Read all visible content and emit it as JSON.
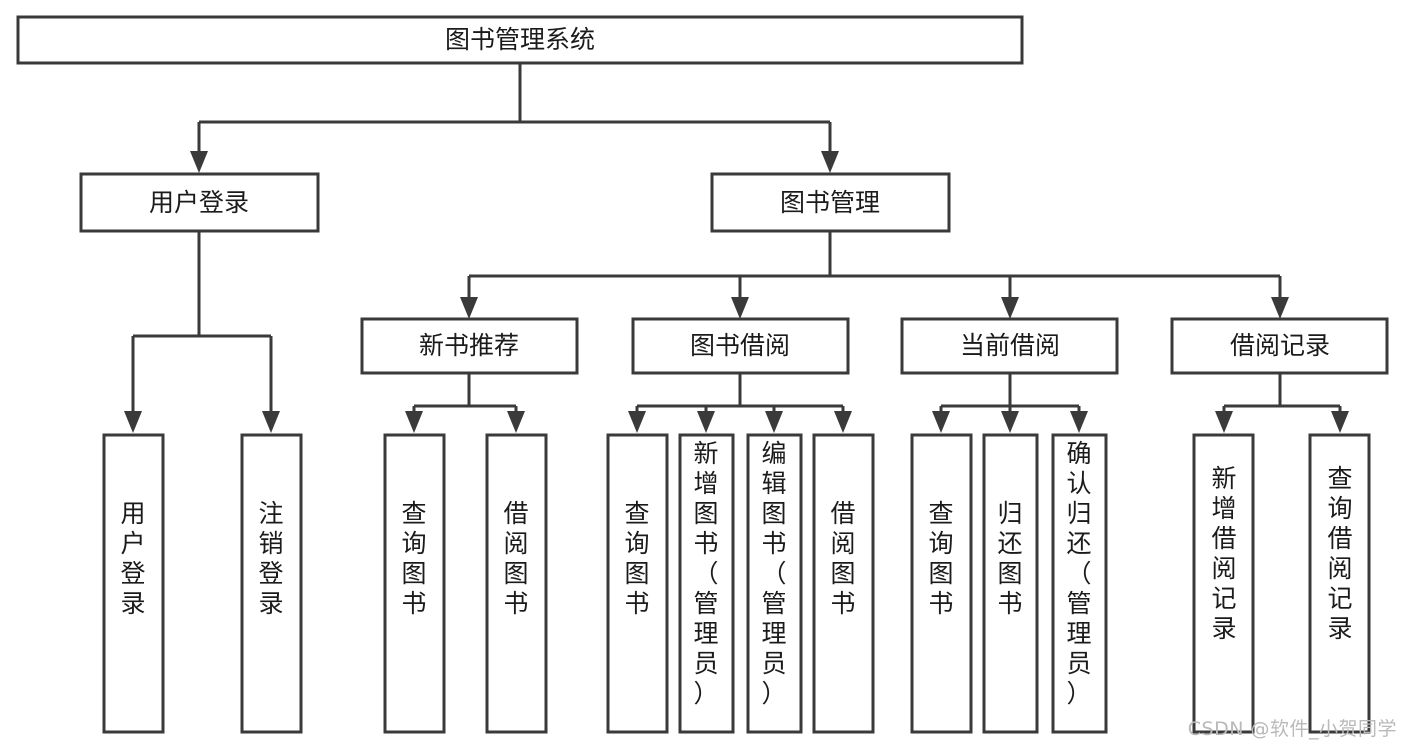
{
  "diagram": {
    "type": "tree-hierarchy",
    "title": "图书管理系统",
    "orientation": "top-down",
    "colors": {
      "box_stroke": "#3a3a3a",
      "box_fill": "#ffffff",
      "text": "#1b1b1b",
      "connector": "#3a3a3a",
      "watermark": "#b9b9b9",
      "background": "#ffffff"
    },
    "levels": [
      {
        "level": 0,
        "nodes": [
          {
            "id": "root",
            "label": "图书管理系统",
            "orientation": "horizontal"
          }
        ]
      },
      {
        "level": 1,
        "nodes": [
          {
            "id": "login",
            "label": "用户登录",
            "orientation": "horizontal"
          },
          {
            "id": "bookmgmt",
            "label": "图书管理",
            "orientation": "horizontal"
          }
        ]
      },
      {
        "level": 2,
        "nodes": [
          {
            "id": "newbook",
            "label": "新书推荐",
            "orientation": "horizontal"
          },
          {
            "id": "borrow",
            "label": "图书借阅",
            "orientation": "horizontal"
          },
          {
            "id": "current",
            "label": "当前借阅",
            "orientation": "horizontal"
          },
          {
            "id": "records",
            "label": "借阅记录",
            "orientation": "horizontal"
          }
        ]
      },
      {
        "level": 3,
        "nodes": [
          {
            "id": "leaf1",
            "parent": "login",
            "label": "用户登录",
            "orientation": "vertical"
          },
          {
            "id": "leaf2",
            "parent": "login",
            "label": "注销登录",
            "orientation": "vertical"
          },
          {
            "id": "leaf3",
            "parent": "newbook",
            "label": "查询图书",
            "orientation": "vertical"
          },
          {
            "id": "leaf4",
            "parent": "newbook",
            "label": "借阅图书",
            "orientation": "vertical"
          },
          {
            "id": "leaf5",
            "parent": "borrow",
            "label": "查询图书",
            "orientation": "vertical"
          },
          {
            "id": "leaf6",
            "parent": "borrow",
            "label": "新增图书（管理员）",
            "orientation": "vertical"
          },
          {
            "id": "leaf7",
            "parent": "borrow",
            "label": "编辑图书（管理员）",
            "orientation": "vertical"
          },
          {
            "id": "leaf8",
            "parent": "borrow",
            "label": "借阅图书",
            "orientation": "vertical"
          },
          {
            "id": "leaf9",
            "parent": "current",
            "label": "查询图书",
            "orientation": "vertical"
          },
          {
            "id": "leaf10",
            "parent": "current",
            "label": "归还图书",
            "orientation": "vertical"
          },
          {
            "id": "leaf11",
            "parent": "current",
            "label": "确认归还（管理员）",
            "orientation": "vertical"
          },
          {
            "id": "leaf12",
            "parent": "records",
            "label": "新增借阅记录",
            "orientation": "vertical"
          },
          {
            "id": "leaf13",
            "parent": "records",
            "label": "查询借阅记录",
            "orientation": "vertical"
          }
        ]
      }
    ]
  },
  "labels": {
    "root": "图书管理系统",
    "login": "用户登录",
    "bookmgmt": "图书管理",
    "newbook": "新书推荐",
    "borrow": "图书借阅",
    "current": "当前借阅",
    "records": "借阅记录",
    "leaf1": "用户登录",
    "leaf2": "注销登录",
    "leaf3": "查询图书",
    "leaf4": "借阅图书",
    "leaf5": "查询图书",
    "leaf6": "新增图书（管理员）",
    "leaf7": "编辑图书（管理员）",
    "leaf8": "借阅图书",
    "leaf9": "查询图书",
    "leaf10": "归还图书",
    "leaf11": "确认归还（管理员）",
    "leaf12": "新增借阅记录",
    "leaf13": "查询借阅记录"
  },
  "watermark": {
    "text": "CSDN @软件_小贺同学"
  }
}
